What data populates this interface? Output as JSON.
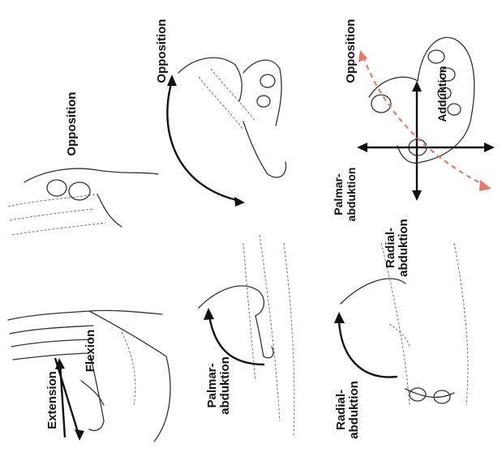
{
  "labels": {
    "extension": "Extension",
    "flexion": "Flexion",
    "opposition_top": "Opposition",
    "opposition_mid": "Opposition",
    "opposition_right": "Opposition",
    "palmar_abduktion_left": "Palmar-\nabduktion",
    "palmar_abduktion_right": "Palmar-\nabduktion",
    "radial_abduktion_bottom": "Radial-\nabduktion",
    "radial_abduktion_mid": "Radial-\nabduktion",
    "adduktion": "Adduktion"
  },
  "colors": {
    "arrow": "#111111",
    "line": "#333333",
    "dashed_axis": "#e8776a"
  },
  "icons": [
    "hand-flexion-extension",
    "hand-opposition-pinch",
    "hand-opposition-reach",
    "hand-palmar-abduktion",
    "hand-radial-abduktion",
    "thumb-axis-diagram"
  ]
}
